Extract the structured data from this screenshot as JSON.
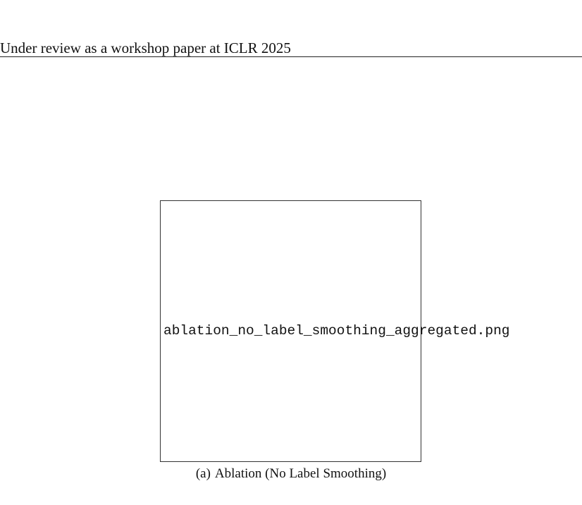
{
  "header": {
    "running_title": "Under review as a workshop paper at ICLR 2025"
  },
  "figure": {
    "placeholder_filename": "ablation_no_label_smoothing_aggregated.png",
    "caption_tag": "(a)",
    "caption_text": "Ablation (No Label Smoothing)"
  }
}
